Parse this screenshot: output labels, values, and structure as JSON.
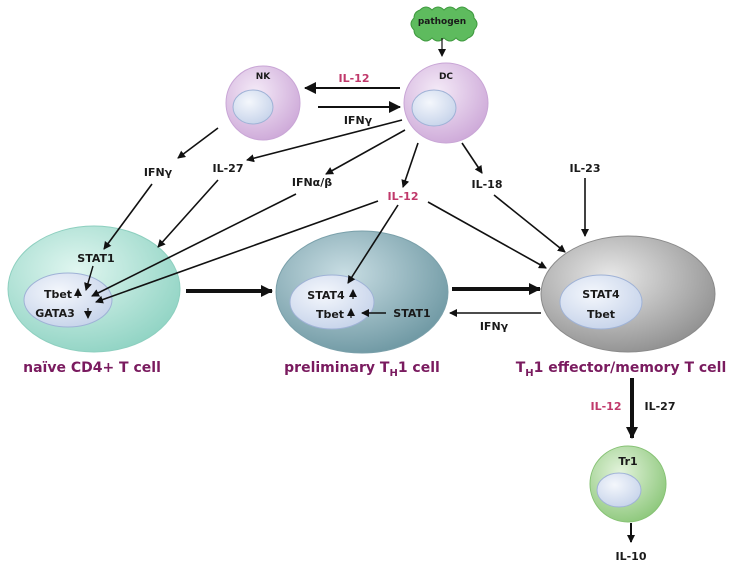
{
  "colors": {
    "accent_pink": "#c0396b",
    "cell_name": "#7a1b5f",
    "pathogen": "#5ebb5e",
    "dc_nk": "#d6b7de",
    "naive": "#a9dcd0",
    "preliminary": "#8fb0b8",
    "effector": "#a6a6a6",
    "tr1": "#9fd08f",
    "nucleus": "#dbe4f3"
  },
  "nodes": {
    "pathogen": "pathogen",
    "nk": "NK",
    "dc": "DC",
    "tr1": "Tr1"
  },
  "cells": {
    "naive_label": "naïve CD4+ T cell",
    "preliminary_label_pre": "preliminary T",
    "preliminary_label_sub": "H",
    "preliminary_label_post": "1 cell",
    "effector_label_pre": "T",
    "effector_label_sub": "H",
    "effector_label_post": "1 effector/memory T cell"
  },
  "labels": {
    "il12_top": "IL-12",
    "ifng_top": "IFNγ",
    "ifng_nk": "IFNγ",
    "il27": "IL-27",
    "ifnab": "IFNα/β",
    "il12_mid": "IL-12",
    "il18": "IL-18",
    "il23": "IL-23",
    "stat1_naive": "STAT1",
    "tbet_naive": "Tbet",
    "gata3_naive": "GATA3",
    "stat4_pre": "STAT4",
    "tbet_pre": "Tbet",
    "stat1_pre": "STAT1",
    "stat4_eff": "STAT4",
    "tbet_eff": "Tbet",
    "ifng_feedback": "IFNγ",
    "il12_bottom": "IL-12",
    "il27_bottom": "IL-27",
    "il10": "IL-10"
  }
}
